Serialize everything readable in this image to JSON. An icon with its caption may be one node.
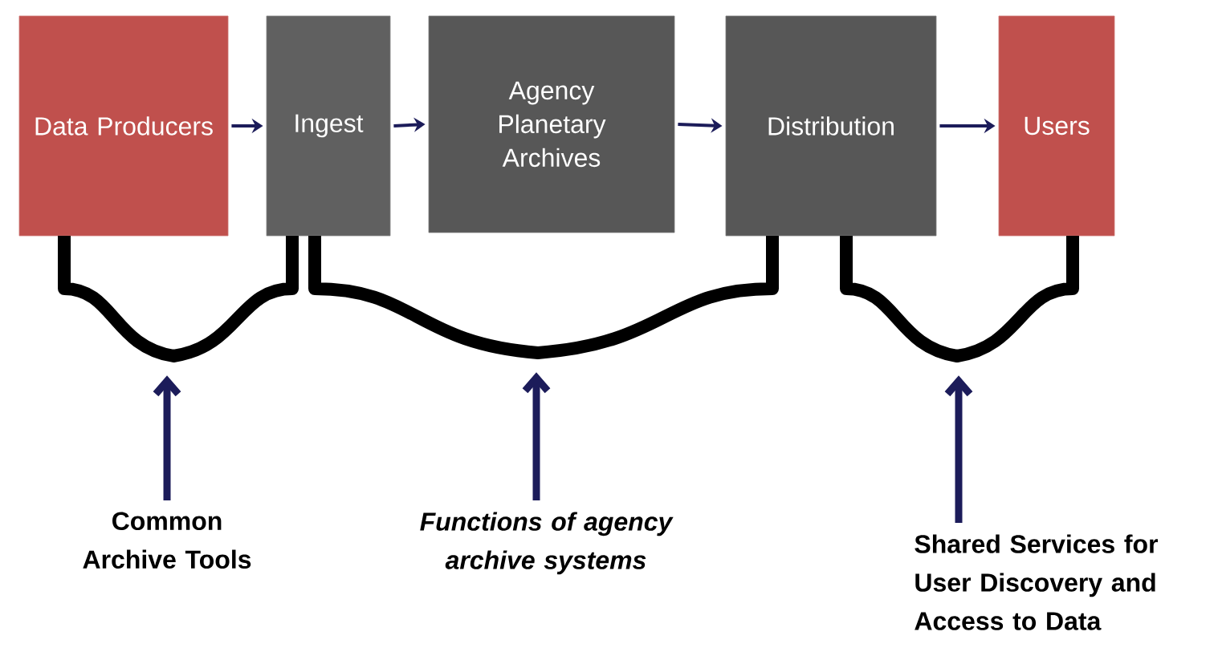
{
  "diagram": {
    "nodes": [
      {
        "text": [
          "Data Producers"
        ]
      },
      {
        "text": [
          "Ingest"
        ]
      },
      {
        "text": [
          "Agency Planetary Archives"
        ]
      },
      {
        "text": [
          "Distribution"
        ]
      },
      {
        "text": [
          "Users"
        ]
      },
      {
        "text": [],
        "shape": "brace"
      },
      {
        "text": [],
        "shape": "brace"
      },
      {
        "text": [],
        "shape": "brace"
      },
      {
        "text": [
          "Common Archive Tools"
        ]
      },
      {
        "text": [
          "Functions of agency archive systems"
        ]
      },
      {
        "text": [
          "Shared Services for User Discovery and Access to Data"
        ]
      }
    ],
    "edges": [
      {
        "from": 0,
        "to": 1,
        "arrow": "to"
      },
      {
        "from": 1,
        "to": 2,
        "arrow": "to"
      },
      {
        "from": 2,
        "to": 3,
        "arrow": "to"
      },
      {
        "from": 3,
        "to": 4,
        "arrow": "to"
      },
      {
        "from": 8,
        "to": 5,
        "arrow": "to",
        "style": "thick"
      },
      {
        "from": 9,
        "to": 6,
        "arrow": "to",
        "style": "thick"
      },
      {
        "from": 10,
        "to": 7,
        "arrow": "to",
        "style": "thick"
      }
    ]
  }
}
